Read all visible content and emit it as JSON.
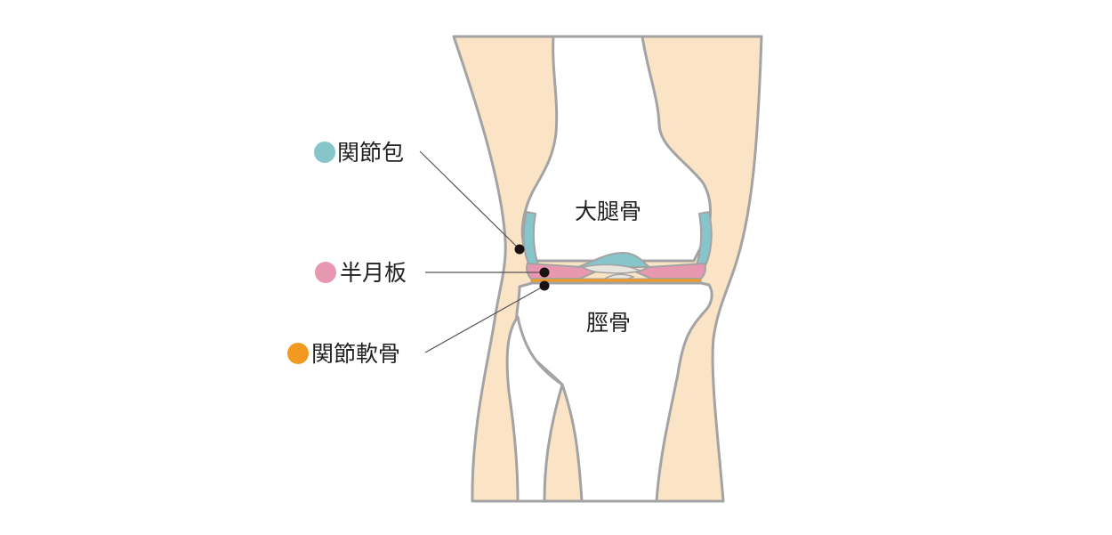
{
  "legend": [
    {
      "key": "capsule",
      "label": "関節包",
      "color": "#86c6cb"
    },
    {
      "key": "meniscus",
      "label": "半月板",
      "color": "#e897b0"
    },
    {
      "key": "cartilage",
      "label": "関節軟骨",
      "color": "#f29a1f"
    }
  ],
  "bones": {
    "femur": "大腿骨",
    "tibia": "脛骨"
  },
  "colors": {
    "skin": "#fbe3c6",
    "bone": "#ffffff",
    "outline": "#a3a3a3",
    "leader": "#555555",
    "dot": "#1a1212"
  }
}
